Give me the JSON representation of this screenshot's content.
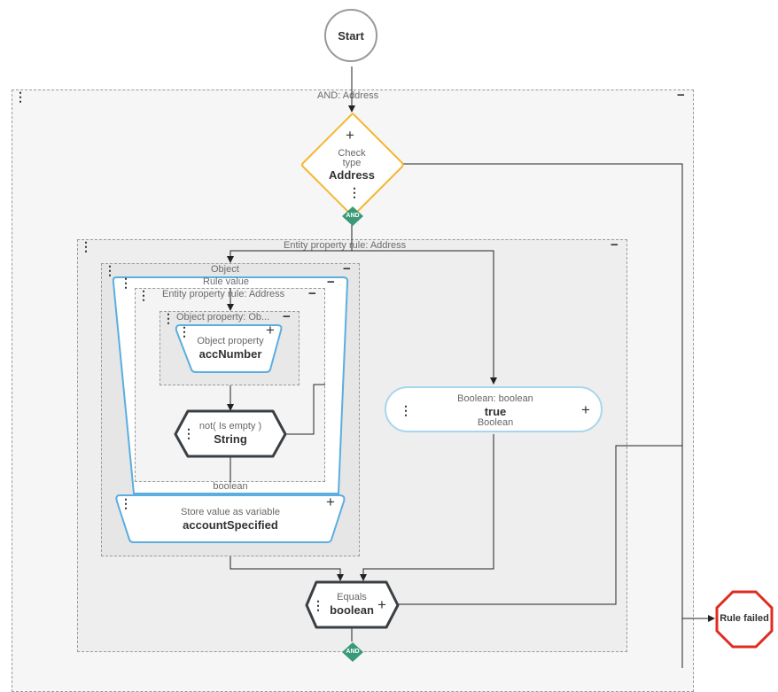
{
  "start": {
    "label": "Start"
  },
  "groups": {
    "and_address": {
      "label": "AND: Address"
    },
    "entity_rule": {
      "label": "Entity property rule: Address"
    },
    "object": {
      "label": "Object"
    },
    "rule_value": {
      "label": "Rule value"
    },
    "entity_rule_inner": {
      "label": "Entity property rule: Address"
    },
    "object_property_group": {
      "label": "Object property: Ob..."
    }
  },
  "nodes": {
    "check_type": {
      "line1": "Check",
      "line2": "type",
      "value": "Address"
    },
    "and_badge_1": {
      "label": "AND"
    },
    "and_badge_2": {
      "label": "AND"
    },
    "object_property": {
      "caption": "Object property",
      "value": "accNumber"
    },
    "not_empty": {
      "caption": "not( Is empty )",
      "value": "String"
    },
    "boolean_label": {
      "label": "boolean"
    },
    "store_value": {
      "caption": "Store value as variable",
      "value": "accountSpecified"
    },
    "boolean_true": {
      "caption": "Boolean: boolean",
      "value": "true",
      "type": "Boolean"
    },
    "equals": {
      "caption": "Equals",
      "value": "boolean"
    },
    "rule_failed": {
      "label": "Rule failed"
    }
  },
  "colors": {
    "diamond_border": "#f5b731",
    "and_badge": "#3a9a78",
    "selected_border": "#5aaee0",
    "pill_border": "#a8d6ec",
    "node_border": "#3a3f44",
    "fail_border": "#e02b20"
  }
}
